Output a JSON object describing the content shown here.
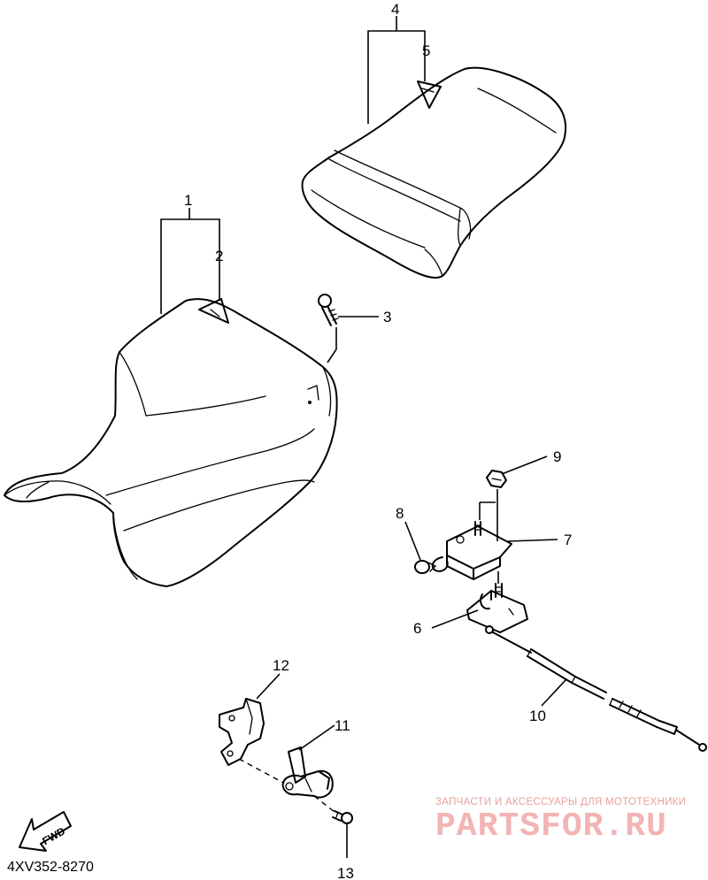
{
  "callouts": [
    {
      "id": "1",
      "label": "1"
    },
    {
      "id": "2",
      "label": "2"
    },
    {
      "id": "3",
      "label": "3"
    },
    {
      "id": "4",
      "label": "4"
    },
    {
      "id": "5",
      "label": "5"
    },
    {
      "id": "6",
      "label": "6"
    },
    {
      "id": "7",
      "label": "7"
    },
    {
      "id": "8",
      "label": "8"
    },
    {
      "id": "9",
      "label": "9"
    },
    {
      "id": "10",
      "label": "10"
    },
    {
      "id": "11",
      "label": "11"
    },
    {
      "id": "12",
      "label": "12"
    },
    {
      "id": "13",
      "label": "13"
    }
  ],
  "fwd_label": "FWD",
  "diagram_code": "4XV352-8270",
  "watermark": {
    "tagline": "ЗАПЧАСТИ И АКСЕССУАРЫ ДЛЯ МОТОТЕХНИКИ",
    "brand": "PARTSFOR.RU",
    "color": "#f2b4b4"
  }
}
